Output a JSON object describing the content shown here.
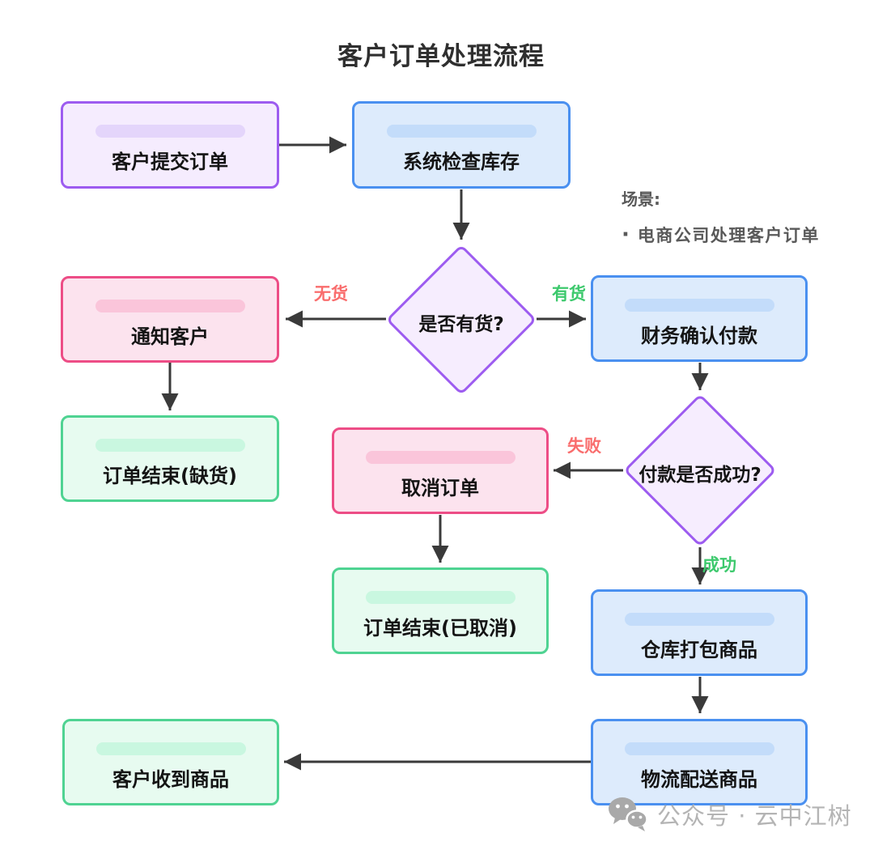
{
  "title": "客户订单处理流程",
  "note": {
    "heading": "场景:",
    "bullet_dot": "·",
    "bullet": "电商公司处理客户订单"
  },
  "nodes": {
    "submit": {
      "label": "客户提交订单",
      "type": "process-purple"
    },
    "check": {
      "label": "系统检查库存",
      "type": "process-blue"
    },
    "has_stock": {
      "label": "是否有货?",
      "type": "decision"
    },
    "notify": {
      "label": "通知客户",
      "type": "process-pink"
    },
    "confirm": {
      "label": "财务确认付款",
      "type": "process-blue"
    },
    "end_oos": {
      "label": "订单结束(缺货)",
      "type": "end-green"
    },
    "cancel": {
      "label": "取消订单",
      "type": "process-pink"
    },
    "payment_ok": {
      "label": "付款是否成功?",
      "type": "decision"
    },
    "end_cancelled": {
      "label": "订单结束(已取消)",
      "type": "end-green"
    },
    "pack": {
      "label": "仓库打包商品",
      "type": "process-blue"
    },
    "ship": {
      "label": "物流配送商品",
      "type": "process-blue"
    },
    "receive": {
      "label": "客户收到商品",
      "type": "end-green"
    }
  },
  "edge_labels": {
    "no_stock": "无货",
    "in_stock": "有货",
    "fail": "失败",
    "success": "成功"
  },
  "watermark": "公众号 · 云中江树",
  "colors": {
    "purple_border": "#9d5cf0",
    "purple_fill": "#f5ecfe",
    "blue_border": "#4a90f0",
    "blue_fill": "#ddebfc",
    "pink_border": "#ed4d86",
    "pink_fill": "#fce3ee",
    "green_border": "#4fd392",
    "green_fill": "#e7fbf0",
    "arrow": "#3a3a3a",
    "label_red": "#f96d6d",
    "label_green": "#3dc96d",
    "note_gray": "#595959",
    "watermark_gray": "#b4b4b4"
  }
}
